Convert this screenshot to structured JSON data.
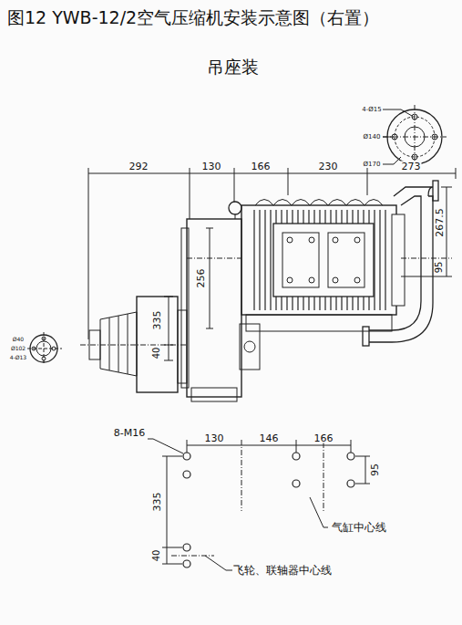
{
  "diagram": {
    "title": "图12 YWB-12/2空气压缩机安装示意图（右置）",
    "labels": [
      "吊座装",
      "4-Ø15",
      "Ø140",
      "Ø170",
      "292",
      "130",
      "166",
      "230",
      "273",
      "267.5",
      "95",
      "256",
      "335",
      "40",
      "Ø40",
      "Ø102",
      "4-Ø13",
      "8-M16",
      "130",
      "146",
      "166",
      "95",
      "335",
      "40",
      "气缸中心线",
      "飞轮、联轴器中心线"
    ]
  }
}
